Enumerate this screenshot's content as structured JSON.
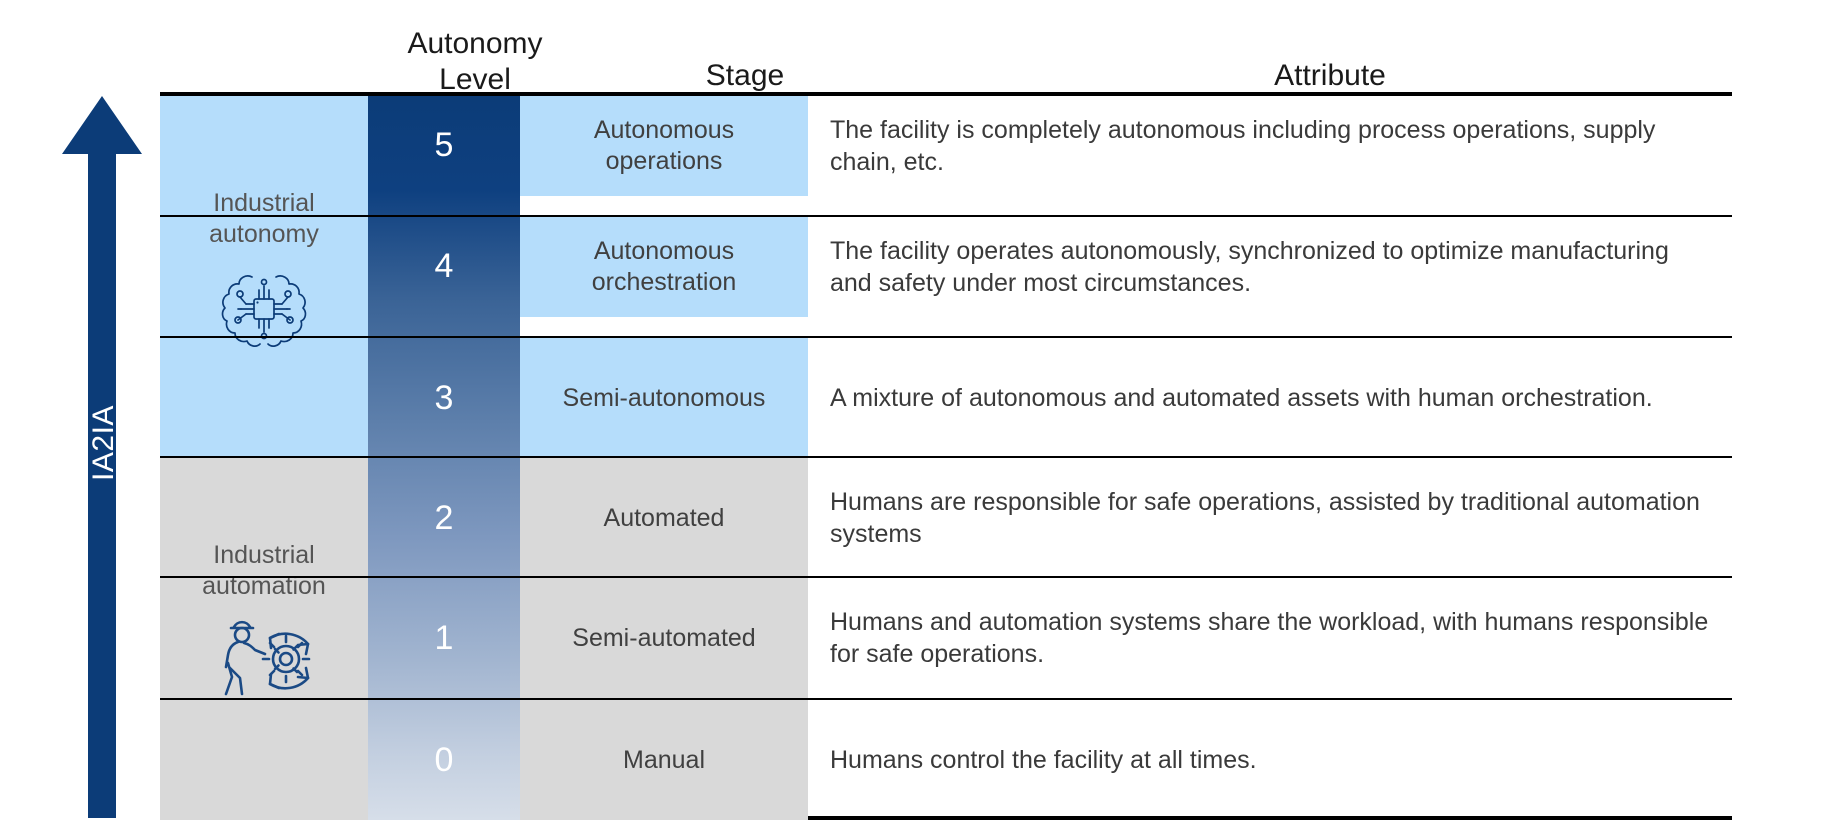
{
  "header": {
    "autonomy_level": "Autonomy\nLevel",
    "autonomy_level_line1": "Autonomy",
    "autonomy_level_line2": "Level",
    "stage": "Stage",
    "attribute": "Attribute"
  },
  "axis": {
    "label": "IA2IA",
    "direction": "up",
    "color": "#0c3c78"
  },
  "groups": [
    {
      "name": "Industrial autonomy",
      "line1": "Industrial",
      "line2": "autonomy",
      "icon": "brain-chip-icon",
      "band_color": "#b5ddfb",
      "levels": [
        5,
        4,
        3
      ]
    },
    {
      "name": "Industrial automation",
      "line1": "Industrial",
      "line2": "automation",
      "icon": "worker-gear-icon",
      "band_color": "#d9d9d9",
      "levels": [
        2,
        1,
        0
      ]
    }
  ],
  "rows": [
    {
      "level": "5",
      "stage": "Autonomous\noperations",
      "stage_line1": "Autonomous",
      "stage_line2": "operations",
      "attribute": "The facility is completely autonomous including process operations, supply chain, etc.",
      "stage_bg": "#b5ddfb",
      "level_bg": "#0c3c78"
    },
    {
      "level": "4",
      "stage": "Autonomous\norchestration",
      "stage_line1": "Autonomous",
      "stage_line2": "orchestration",
      "attribute": "The facility operates autonomously, synchronized to optimize manufacturing and safety under most circumstances.",
      "stage_bg": "#b5ddfb",
      "level_bg": "#2d5a90"
    },
    {
      "level": "3",
      "stage": "Semi-autonomous",
      "stage_line1": "Semi-autonomous",
      "stage_line2": "",
      "attribute": "A mixture of autonomous and automated assets with human orchestration.",
      "stage_bg": "#b5ddfb",
      "level_bg": "#5e80ab"
    },
    {
      "level": "2",
      "stage": "Automated",
      "stage_line1": "Automated",
      "stage_line2": "",
      "attribute": "Humans are responsible for safe operations, assisted by traditional automation systems",
      "stage_bg": "#d9d9d9",
      "level_bg": "#8099bf"
    },
    {
      "level": "1",
      "stage": "Semi-automated",
      "stage_line1": "Semi-automated",
      "stage_line2": "",
      "attribute": "Humans and automation systems share the workload, with humans responsible for safe operations.",
      "stage_bg": "#d9d9d9",
      "level_bg": "#a8bad3"
    },
    {
      "level": "0",
      "stage": "Manual",
      "stage_line1": "Manual",
      "stage_line2": "",
      "attribute": "Humans control the facility at all times.",
      "stage_bg": "#d9d9d9",
      "level_bg": "#d2dae7"
    }
  ]
}
